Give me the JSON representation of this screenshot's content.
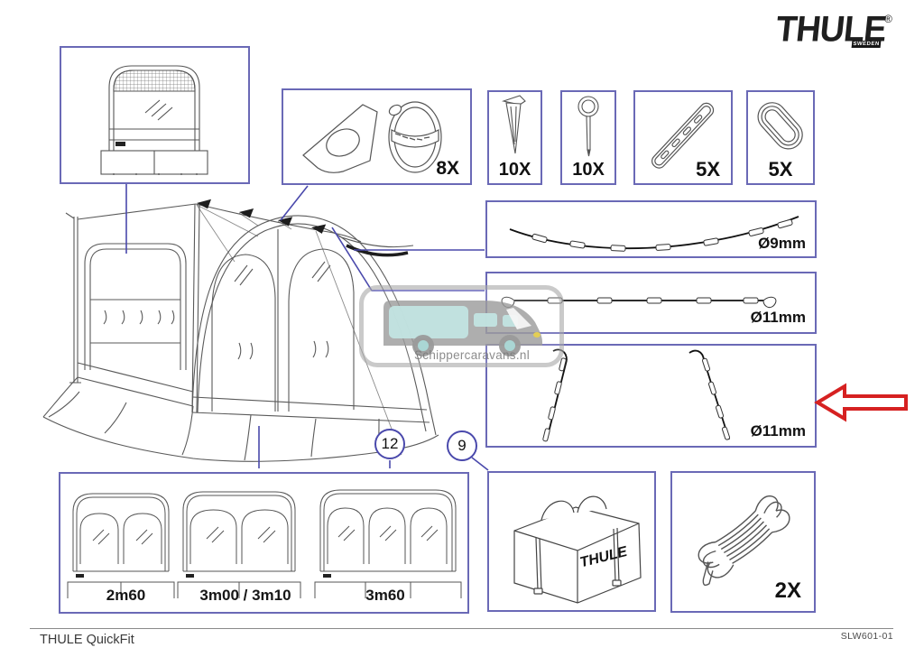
{
  "brand": {
    "name": "THULE",
    "registered": "®",
    "country": "SWEDEN"
  },
  "footer": {
    "product_name": "THULE QuickFit",
    "document_code": "SLW601-01"
  },
  "watermark": {
    "site_text": "Schippercaravans.nl"
  },
  "callouts": {
    "size_ref": "12",
    "bag_ref": "9"
  },
  "parts": {
    "fixation_kit": {
      "qty": "8X"
    },
    "peg": {
      "qty": "10X"
    },
    "ring_peg": {
      "qty": "10X"
    },
    "ladder_strap": {
      "qty": "5X"
    },
    "oval_ring": {
      "qty": "5X"
    },
    "flexible_pole": {
      "label": "Ø9mm"
    },
    "roof_pole": {
      "label": "Ø11mm"
    },
    "leg_poles": {
      "label": "Ø11mm"
    },
    "guy_ropes": {
      "qty": "2X"
    },
    "bag": {
      "brand_text": "THULE"
    }
  },
  "sizes": {
    "labels": [
      "2m60",
      "3m00 / 3m10",
      "3m60"
    ]
  },
  "colors": {
    "box_border": "#6a69b6",
    "callout_line": "#4a49ac",
    "arrow_red": "#d62121",
    "line_art": "#5a5a5a",
    "watermark_teal": "#c2e4e2",
    "watermark_gray": "#9c9c9c"
  }
}
